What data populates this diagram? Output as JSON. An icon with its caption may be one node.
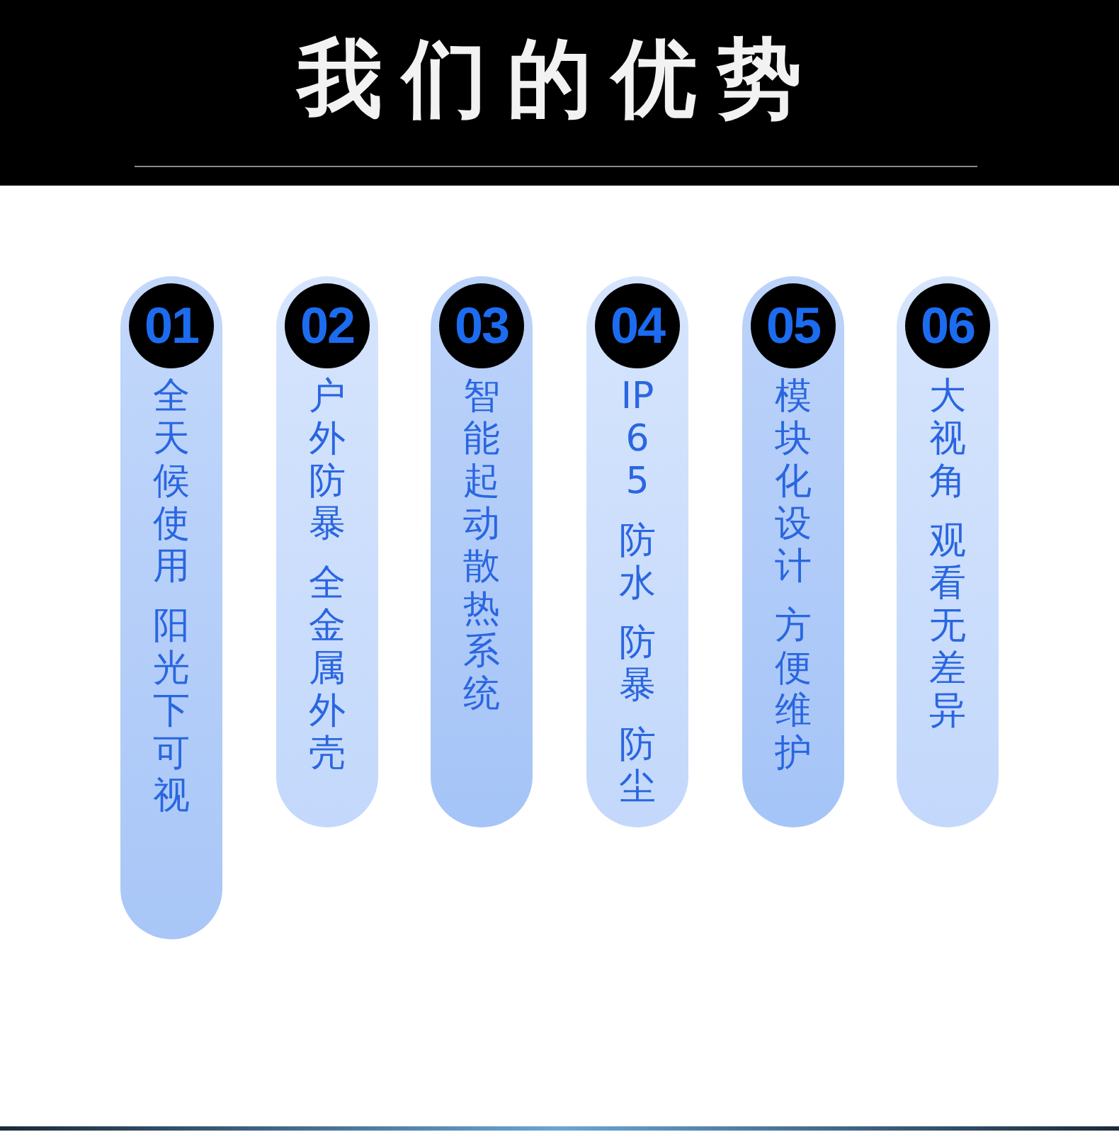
{
  "diagram": {
    "title": "我们的优势",
    "nodes": [
      {
        "text": [
          "01",
          "全天候使用",
          "阳光下可视"
        ]
      },
      {
        "text": [
          "02",
          "户外防暴",
          "全金属外壳"
        ]
      },
      {
        "text": [
          "03",
          "智能起动散热系统"
        ]
      },
      {
        "text": [
          "04",
          "IP65",
          "防水",
          "防暴",
          "防尘"
        ]
      },
      {
        "text": [
          "05",
          "模块化设计",
          "方便维护"
        ]
      },
      {
        "text": [
          "06",
          "大视角",
          "观看无差异"
        ]
      }
    ]
  }
}
